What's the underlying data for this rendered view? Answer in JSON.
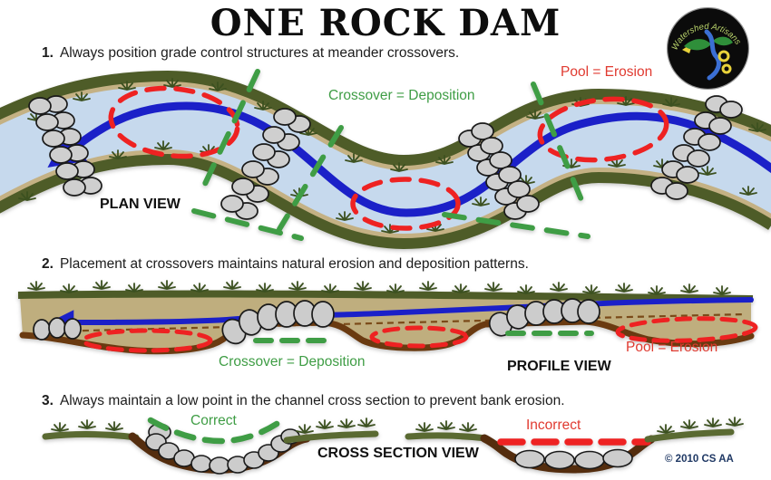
{
  "title": "ONE ROCK DAM",
  "logo": {
    "name": "Watershed Artisans"
  },
  "steps": [
    {
      "num": "1.",
      "text": "Always position grade control structures at meander crossovers."
    },
    {
      "num": "2.",
      "text": "Placement at crossovers maintains natural erosion and deposition patterns."
    },
    {
      "num": "3.",
      "text": "Always maintain a low point in the channel cross section to prevent bank erosion."
    }
  ],
  "plan_view": {
    "label": "PLAN VIEW",
    "pool_label": "Pool = Erosion",
    "crossover_label": "Crossover = Deposition"
  },
  "profile_view": {
    "label": "PROFILE VIEW",
    "pool_label": "Pool = Erosion",
    "crossover_label": "Crossover = Deposition"
  },
  "cross_section": {
    "label": "CROSS SECTION VIEW",
    "correct_label": "Correct",
    "incorrect_label": "Incorrect"
  },
  "copyright": "© 2010 CS AA",
  "colors": {
    "pool_red_label": "#e03a30",
    "pool_red_dash": "#ee2222",
    "crossover_green": "#3f9d45",
    "flow_blue": "#1b20c8",
    "water_blue": "#c6d9ed",
    "bank_olive": "#4e5c28",
    "soil_tan": "#bfae7e",
    "bed_brown": "#6a3a10",
    "rock_gray": "#cccccc",
    "copyright_navy": "#1f3864"
  }
}
